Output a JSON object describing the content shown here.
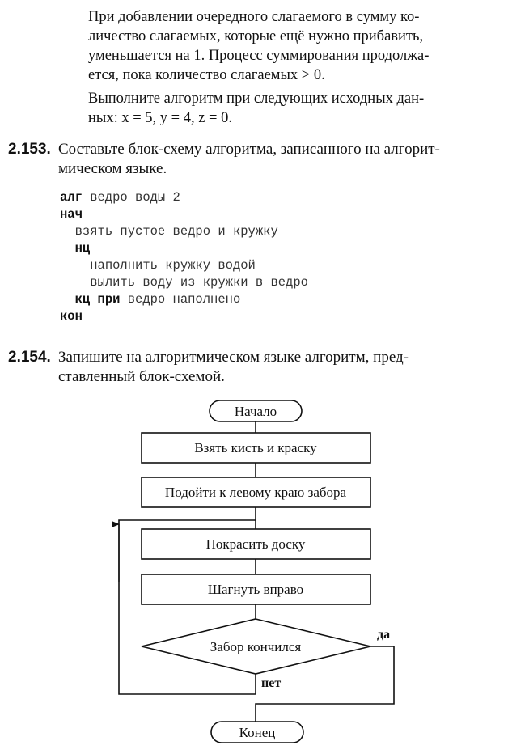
{
  "intro": {
    "lines": [
      "При добавлении очередного слагаемого в сумму ко-",
      "личество слагаемых, которые ещё нужно прибавить,",
      "уменьшается на 1. Процесс суммирования продолжа-",
      "ется, пока количество слагаемых > 0."
    ],
    "exercise_lines": [
      "Выполните алгоритм при следующих исходных дан-",
      "ных: x = 5, y = 4, z = 0."
    ]
  },
  "task_153": {
    "number": "2.153.",
    "text_lines": [
      "Составьте блок-схему алгоритма, записанного на алгорит-",
      "мическом языке."
    ],
    "code": [
      {
        "kw": "алг",
        "text": " ведро воды 2",
        "indent": ""
      },
      {
        "kw": "нач",
        "text": "",
        "indent": ""
      },
      {
        "kw": "",
        "text": "взять пустое ведро и кружку",
        "indent": "  "
      },
      {
        "kw": "нц",
        "text": "",
        "indent": "  "
      },
      {
        "kw": "",
        "text": "наполнить кружку водой",
        "indent": "    "
      },
      {
        "kw": "",
        "text": "вылить воду из кружки в ведро",
        "indent": "    "
      },
      {
        "kw": "кц при",
        "text": " ведро наполнено",
        "indent": "  "
      },
      {
        "kw": "кон",
        "text": "",
        "indent": ""
      }
    ]
  },
  "task_154": {
    "number": "2.154.",
    "text_lines": [
      "Запишите на алгоритмическом языке алгоритм, пред-",
      "ставленный блок-схемой."
    ]
  },
  "flowchart": {
    "start": "Начало",
    "step1": "Взять кисть и краску",
    "step2": "Подойти к левому краю забора",
    "step3": "Покрасить доску",
    "step4": "Шагнуть вправо",
    "condition": "Забор кончился",
    "yes_label": "да",
    "no_label": "нет",
    "end": "Конец"
  }
}
